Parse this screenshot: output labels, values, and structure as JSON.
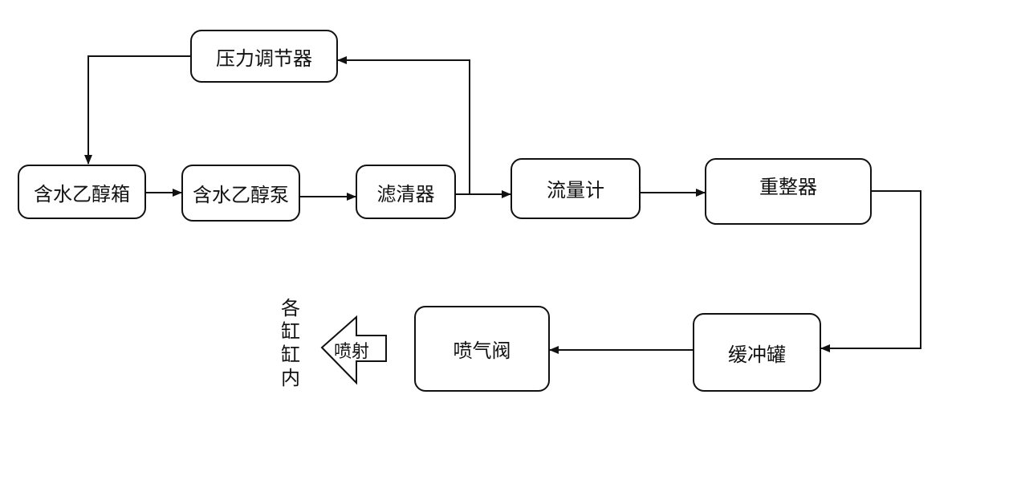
{
  "nodes": {
    "pressure_regulator": "压力调节器",
    "ethanol_tank": "含水乙醇箱",
    "ethanol_pump": "含水乙醇泵",
    "filter": "滤清器",
    "flow_meter": "流量计",
    "reformer": "重整器",
    "buffer_tank": "缓冲罐",
    "injection_valve": "喷气阀"
  },
  "injection_arrow": {
    "label": "喷射"
  },
  "destination": {
    "chars": [
      "各",
      "缸",
      "缸",
      "内"
    ]
  },
  "edges": [
    {
      "from": "ethanol_tank",
      "to": "ethanol_pump"
    },
    {
      "from": "ethanol_pump",
      "to": "filter"
    },
    {
      "from": "filter",
      "to": "flow_meter"
    },
    {
      "from": "filter",
      "to": "pressure_regulator"
    },
    {
      "from": "pressure_regulator",
      "to": "ethanol_tank"
    },
    {
      "from": "flow_meter",
      "to": "reformer"
    },
    {
      "from": "reformer",
      "to": "buffer_tank"
    },
    {
      "from": "buffer_tank",
      "to": "injection_valve"
    },
    {
      "from": "injection_valve",
      "to": "destination"
    }
  ]
}
